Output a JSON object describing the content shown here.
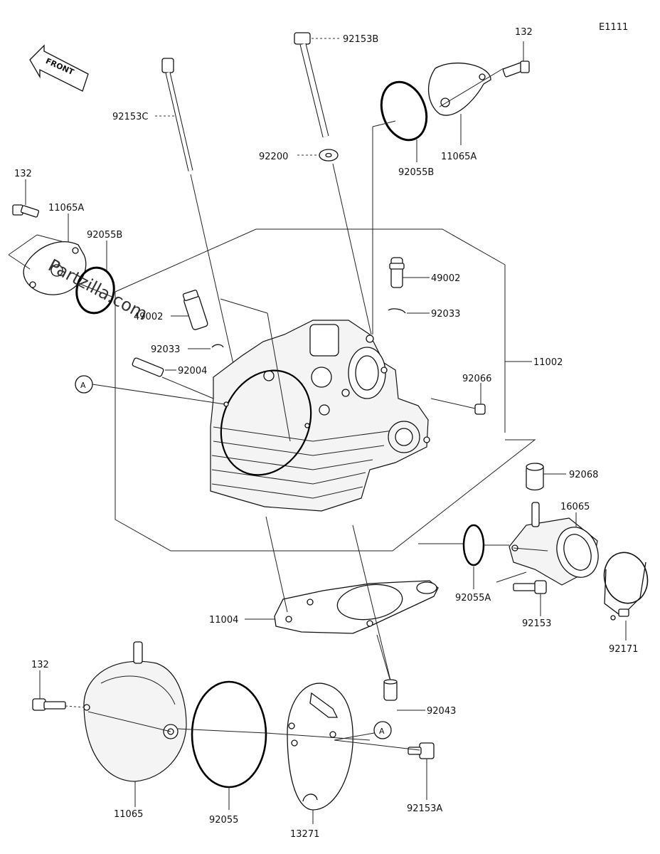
{
  "diagram_code": "E1111",
  "front_label": "FRONT",
  "watermark": "Partzilla.com",
  "callouts": {
    "ref_a": "A",
    "p92153B": "92153B",
    "p132_top": "132",
    "p92153C": "92153C",
    "p11065A_top": "11065A",
    "p92200": "92200",
    "p92055B_top": "92055B",
    "p132_left": "132",
    "p11065A_left": "11065A",
    "p92055B_left": "92055B",
    "p49002_right": "49002",
    "p92033_right": "92033",
    "p49002_left": "49002",
    "p92033_left": "92033",
    "p11002": "11002",
    "p92004": "92004",
    "p92066": "92066",
    "p92068": "92068",
    "p16065": "16065",
    "p92055A": "92055A",
    "p92153": "92153",
    "p92171": "92171",
    "p11004": "11004",
    "p132_bottom": "132",
    "p92043": "92043",
    "p92153A": "92153A",
    "p11065": "11065",
    "p92055": "92055",
    "p13271": "13271"
  }
}
